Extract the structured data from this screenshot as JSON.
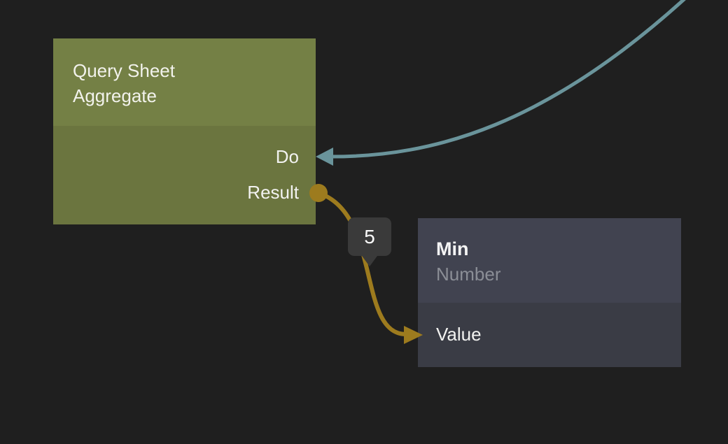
{
  "canvas": {
    "background_color": "#1f1f1f"
  },
  "nodes": {
    "query_sheet_aggregate": {
      "title": "Query Sheet Aggregate",
      "header_color": "#748045",
      "body_color": "#6b753f",
      "ports": {
        "do": {
          "label": "Do"
        },
        "result": {
          "label": "Result"
        }
      }
    },
    "min": {
      "title": "Min",
      "subtitle": "Number",
      "header_color": "#414350",
      "body_color": "#3a3c45",
      "ports": {
        "value": {
          "label": "Value"
        }
      }
    }
  },
  "edges": {
    "exec": {
      "color": "#6a949b",
      "from": "offscreen-top-right",
      "to_port": "Do"
    },
    "data": {
      "color": "#9d7b1e",
      "from_port": "Result",
      "to_port": "Value",
      "value_label": "5",
      "label_background": "#3a3a3a",
      "label_text_color": "#fafafa"
    }
  }
}
